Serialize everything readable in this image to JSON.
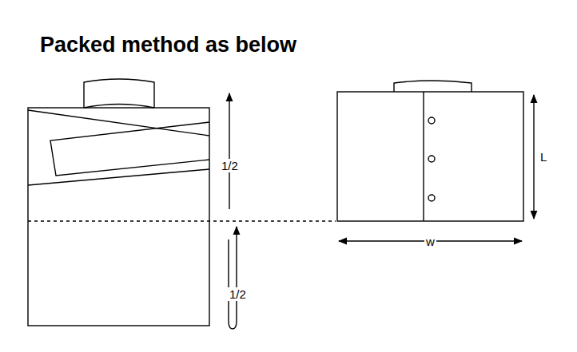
{
  "diagram": {
    "title": "Packed method as below",
    "labels": [
      "1/2",
      "1/2",
      "L",
      "w"
    ]
  }
}
